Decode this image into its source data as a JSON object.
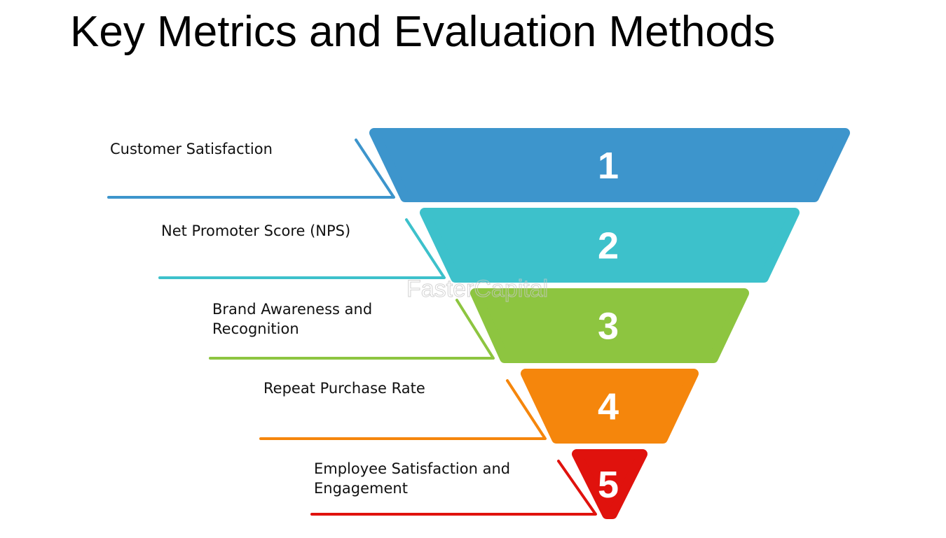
{
  "title": "Key Metrics and Evaluation Methods",
  "watermark": "FasterCapital",
  "stages": [
    {
      "number": "1",
      "label_lines": [
        "Customer Satisfaction"
      ],
      "color": "#3D95CC"
    },
    {
      "number": "2",
      "label_lines": [
        "Net Promoter Score (NPS)"
      ],
      "color": "#3DC1CB"
    },
    {
      "number": "3",
      "label_lines": [
        "Brand Awareness and",
        "Recognition"
      ],
      "color": "#8DC540"
    },
    {
      "number": "4",
      "label_lines": [
        "Repeat Purchase Rate"
      ],
      "color": "#F5860C"
    },
    {
      "number": "5",
      "label_lines": [
        "Employee Satisfaction and",
        "Engagement"
      ],
      "color": "#E0120D"
    }
  ]
}
